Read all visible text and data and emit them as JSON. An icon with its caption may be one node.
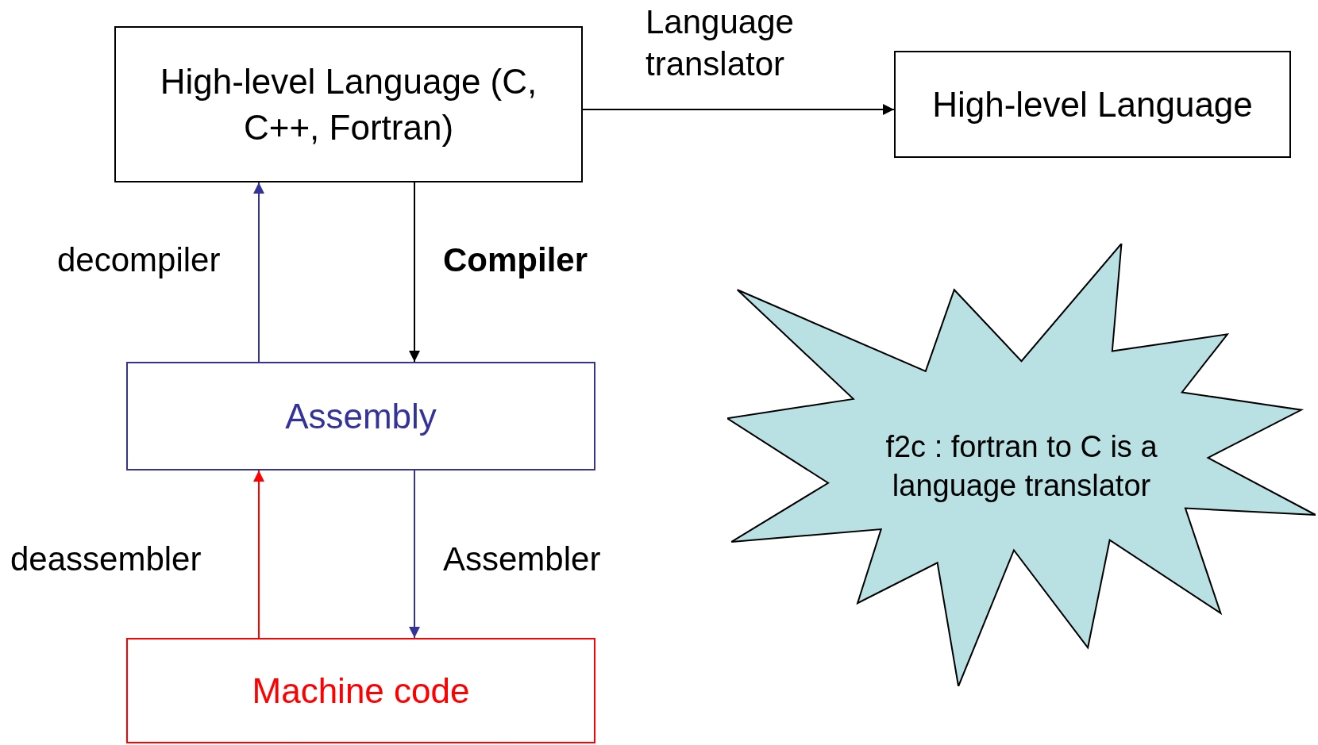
{
  "diagram": {
    "nodes": [
      {
        "text": [
          "High-level Language (C, C++, Fortran)"
        ]
      },
      {
        "text": [
          "High-level Language"
        ]
      },
      {
        "text": [
          "Assembly"
        ]
      },
      {
        "text": [
          "Machine code"
        ]
      },
      {
        "text": [
          "f2c : fortran to C is a language translator"
        ]
      }
    ],
    "edges": [
      {
        "from": 0,
        "to": 1,
        "arrow": "to",
        "label": "Language translator"
      },
      {
        "from": 0,
        "to": 2,
        "arrow": "to",
        "label": "Compiler"
      },
      {
        "from": 2,
        "to": 0,
        "arrow": "to",
        "label": "decompiler",
        "color": "#333399"
      },
      {
        "from": 2,
        "to": 3,
        "arrow": "to",
        "label": "Assembler",
        "color": "#333399"
      },
      {
        "from": 3,
        "to": 2,
        "arrow": "to",
        "label": "deassembler",
        "color": "#ff0000"
      }
    ]
  }
}
